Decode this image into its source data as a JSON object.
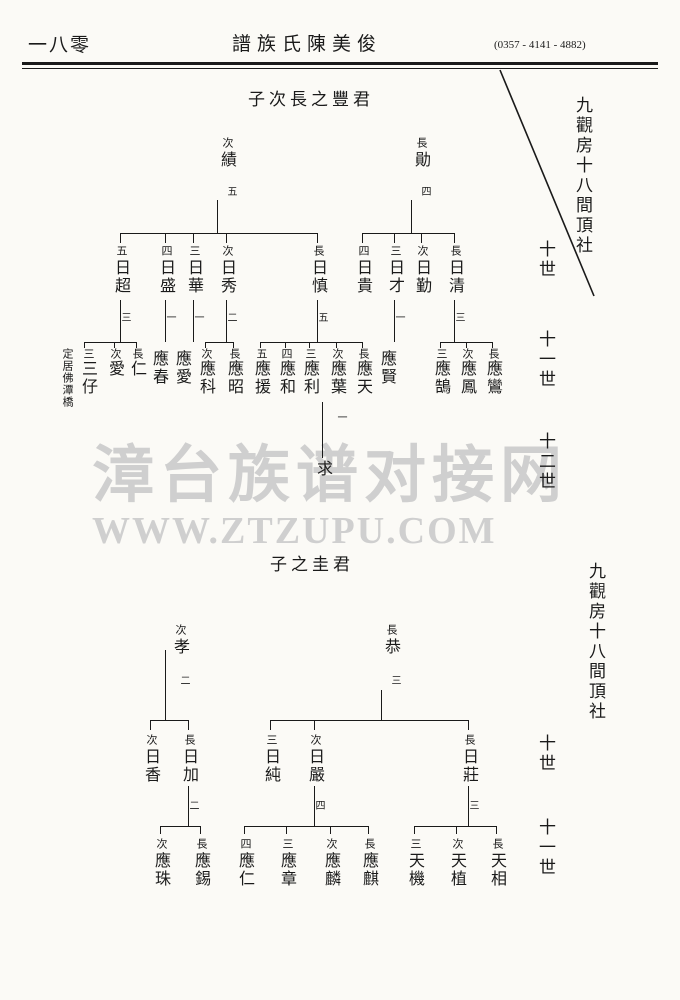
{
  "header": {
    "page_number": "一八零",
    "book_title": "譜族氏陳美俊",
    "phone": "(0357 - 4141 - 4882)"
  },
  "watermark": {
    "cn": "漳台族谱对接网",
    "en": "WWW.ZTZUPU.COM"
  },
  "section1": {
    "title": "子次長之豐君",
    "branch_label": "九觀房十八間頂社",
    "generations": [
      "十世",
      "十一世",
      "十二世"
    ],
    "sons": [
      {
        "order": "次",
        "name": "績",
        "num": "五"
      },
      {
        "order": "長",
        "name": "勛",
        "num": "四"
      }
    ],
    "grandsons": [
      {
        "order": "五",
        "name": "日超",
        "num": "三"
      },
      {
        "order": "四",
        "name": "日盛",
        "num": "一"
      },
      {
        "order": "三",
        "name": "日華",
        "num": "一"
      },
      {
        "order": "次",
        "name": "日秀",
        "num": "二"
      },
      {
        "order": "長",
        "name": "日慎",
        "num": "五"
      },
      {
        "order": "四",
        "name": "日貴",
        "num": ""
      },
      {
        "order": "三",
        "name": "日才",
        "num": "一"
      },
      {
        "order": "次",
        "name": "日勤",
        "num": ""
      },
      {
        "order": "長",
        "name": "日清",
        "num": "三"
      }
    ],
    "great_grandsons": [
      {
        "order": "定居佛潭橋",
        "name": ""
      },
      {
        "order": "三",
        "name": "三仔"
      },
      {
        "order": "次",
        "name": "愛"
      },
      {
        "order": "長",
        "name": "仁"
      },
      {
        "order": "",
        "name": "應春"
      },
      {
        "order": "",
        "name": "應愛"
      },
      {
        "order": "次",
        "name": "應科"
      },
      {
        "order": "長",
        "name": "應昭"
      },
      {
        "order": "五",
        "name": "應援"
      },
      {
        "order": "四",
        "name": "應和"
      },
      {
        "order": "三",
        "name": "應利"
      },
      {
        "order": "次",
        "name": "應葉",
        "num": "一"
      },
      {
        "order": "長",
        "name": "應天"
      },
      {
        "order": "",
        "name": "應賢"
      },
      {
        "order": "三",
        "name": "應鵠"
      },
      {
        "order": "次",
        "name": "應鳳"
      },
      {
        "order": "長",
        "name": "應鸞"
      }
    ],
    "g12": {
      "name": "求"
    }
  },
  "section2": {
    "title": "子之圭君",
    "branch_label": "九觀房十八間頂社",
    "generations": [
      "十世",
      "十一世"
    ],
    "sons": [
      {
        "order": "次",
        "name": "孝",
        "num": "二"
      },
      {
        "order": "長",
        "name": "恭",
        "num": "三"
      }
    ],
    "grandsons": [
      {
        "order": "次",
        "name": "日香",
        "num": ""
      },
      {
        "order": "長",
        "name": "日加",
        "num": "二"
      },
      {
        "order": "三",
        "name": "日純",
        "num": ""
      },
      {
        "order": "次",
        "name": "日嚴",
        "num": "四"
      },
      {
        "order": "長",
        "name": "日莊",
        "num": "三"
      }
    ],
    "great_grandsons": [
      {
        "order": "次",
        "name": "應珠"
      },
      {
        "order": "長",
        "name": "應錫"
      },
      {
        "order": "四",
        "name": "應仁"
      },
      {
        "order": "三",
        "name": "應章"
      },
      {
        "order": "次",
        "name": "應麟"
      },
      {
        "order": "長",
        "name": "應麒"
      },
      {
        "order": "三",
        "name": "天機"
      },
      {
        "order": "次",
        "name": "天植"
      },
      {
        "order": "長",
        "name": "天相"
      }
    ]
  }
}
